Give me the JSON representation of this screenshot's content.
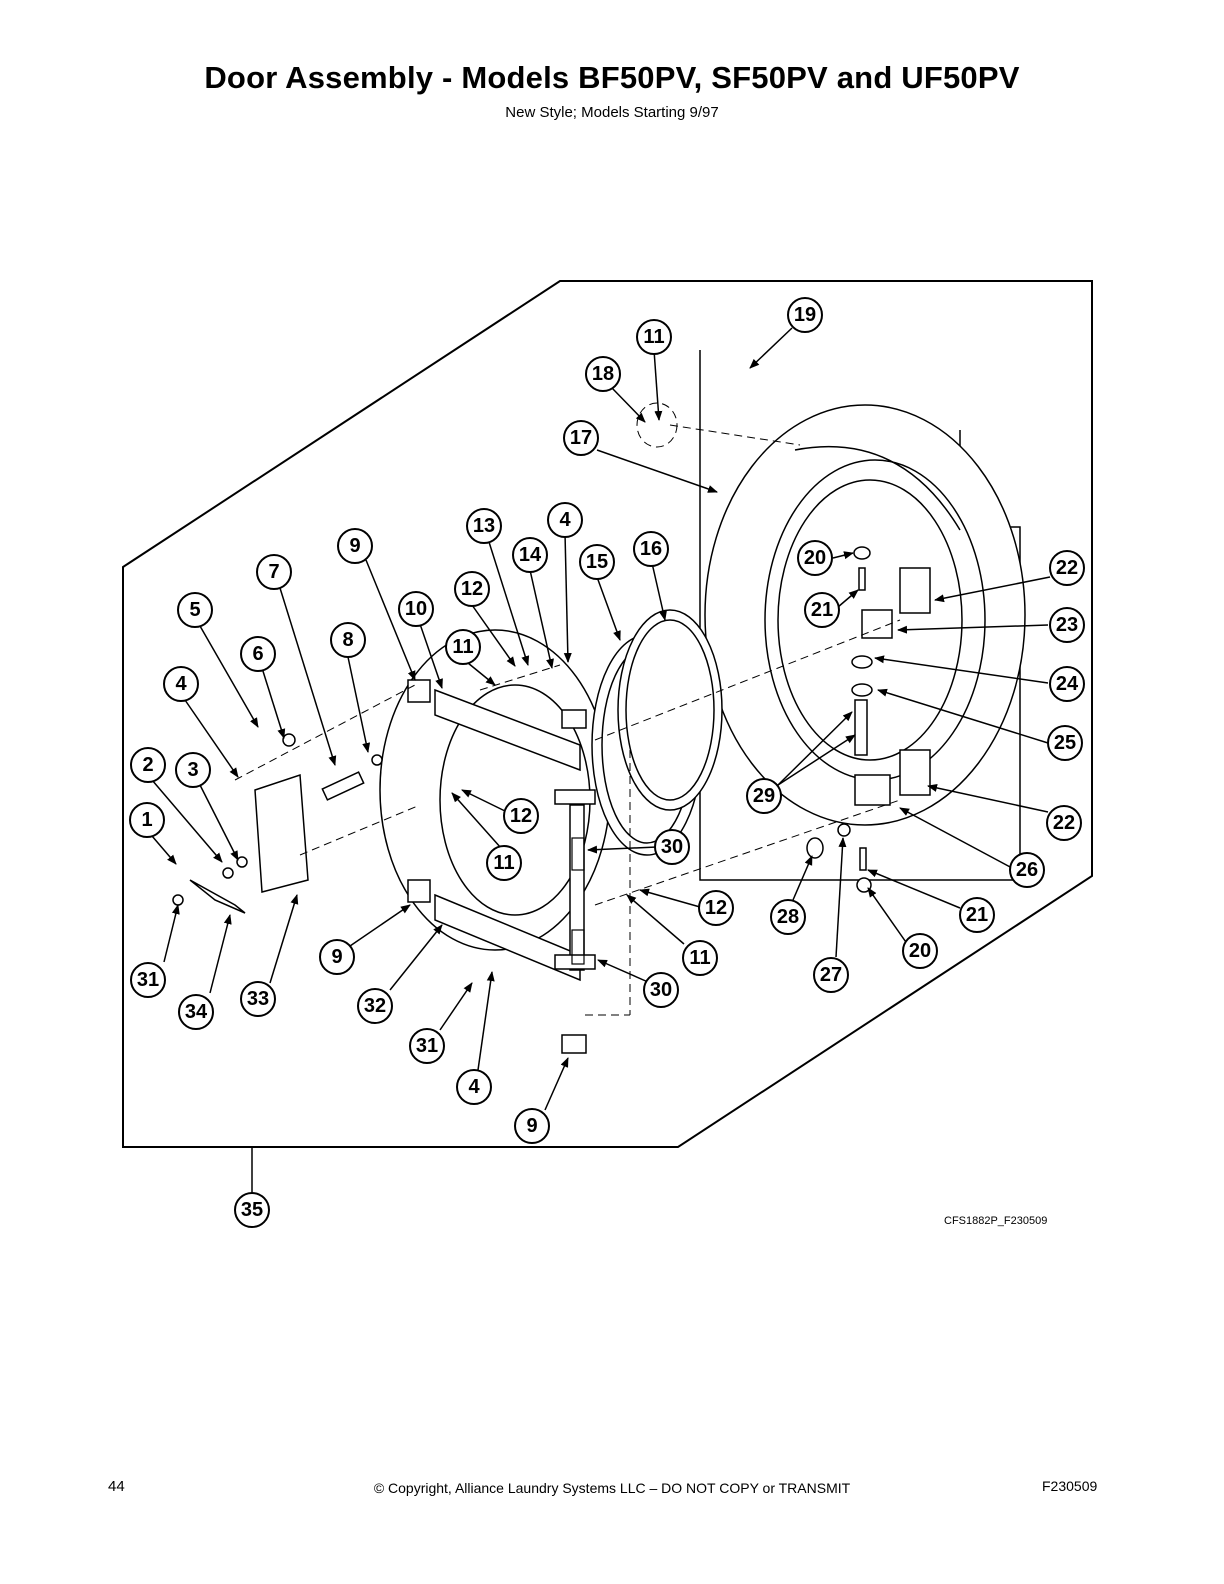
{
  "header": {
    "title": "Door Assembly - Models BF50PV, SF50PV and UF50PV",
    "subtitle": "New Style; Models Starting 9/97"
  },
  "diagram": {
    "callouts": [
      {
        "id": "c19",
        "label": "19"
      },
      {
        "id": "c11a",
        "label": "11"
      },
      {
        "id": "c18",
        "label": "18"
      },
      {
        "id": "c17",
        "label": "17"
      },
      {
        "id": "c13",
        "label": "13"
      },
      {
        "id": "c4a",
        "label": "4"
      },
      {
        "id": "c9a",
        "label": "9"
      },
      {
        "id": "c14",
        "label": "14"
      },
      {
        "id": "c16",
        "label": "16"
      },
      {
        "id": "c15",
        "label": "15"
      },
      {
        "id": "c20a",
        "label": "20"
      },
      {
        "id": "c22a",
        "label": "22"
      },
      {
        "id": "c7",
        "label": "7"
      },
      {
        "id": "c12a",
        "label": "12"
      },
      {
        "id": "c5",
        "label": "5"
      },
      {
        "id": "c10",
        "label": "10"
      },
      {
        "id": "c21a",
        "label": "21"
      },
      {
        "id": "c23",
        "label": "23"
      },
      {
        "id": "c8",
        "label": "8"
      },
      {
        "id": "c6",
        "label": "6"
      },
      {
        "id": "c11b",
        "label": "11"
      },
      {
        "id": "c4b",
        "label": "4"
      },
      {
        "id": "c24",
        "label": "24"
      },
      {
        "id": "c25",
        "label": "25"
      },
      {
        "id": "c2",
        "label": "2"
      },
      {
        "id": "c3",
        "label": "3"
      },
      {
        "id": "c29",
        "label": "29"
      },
      {
        "id": "c1",
        "label": "1"
      },
      {
        "id": "c12b",
        "label": "12"
      },
      {
        "id": "c22b",
        "label": "22"
      },
      {
        "id": "c30a",
        "label": "30"
      },
      {
        "id": "c11c",
        "label": "11"
      },
      {
        "id": "c26",
        "label": "26"
      },
      {
        "id": "c12c",
        "label": "12"
      },
      {
        "id": "c21b",
        "label": "21"
      },
      {
        "id": "c28",
        "label": "28"
      },
      {
        "id": "c20b",
        "label": "20"
      },
      {
        "id": "c9b",
        "label": "9"
      },
      {
        "id": "c11d",
        "label": "11"
      },
      {
        "id": "c31a",
        "label": "31"
      },
      {
        "id": "c27",
        "label": "27"
      },
      {
        "id": "c30b",
        "label": "30"
      },
      {
        "id": "c33",
        "label": "33"
      },
      {
        "id": "c34",
        "label": "34"
      },
      {
        "id": "c32",
        "label": "32"
      },
      {
        "id": "c31b",
        "label": "31"
      },
      {
        "id": "c4c",
        "label": "4"
      },
      {
        "id": "c9c",
        "label": "9"
      },
      {
        "id": "c35",
        "label": "35"
      }
    ],
    "drawing_id": "CFS1882P_F230509"
  },
  "footer": {
    "page_number": "44",
    "copyright": "© Copyright, Alliance Laundry Systems LLC – DO NOT COPY or TRANSMIT",
    "doc_id": "F230509"
  }
}
